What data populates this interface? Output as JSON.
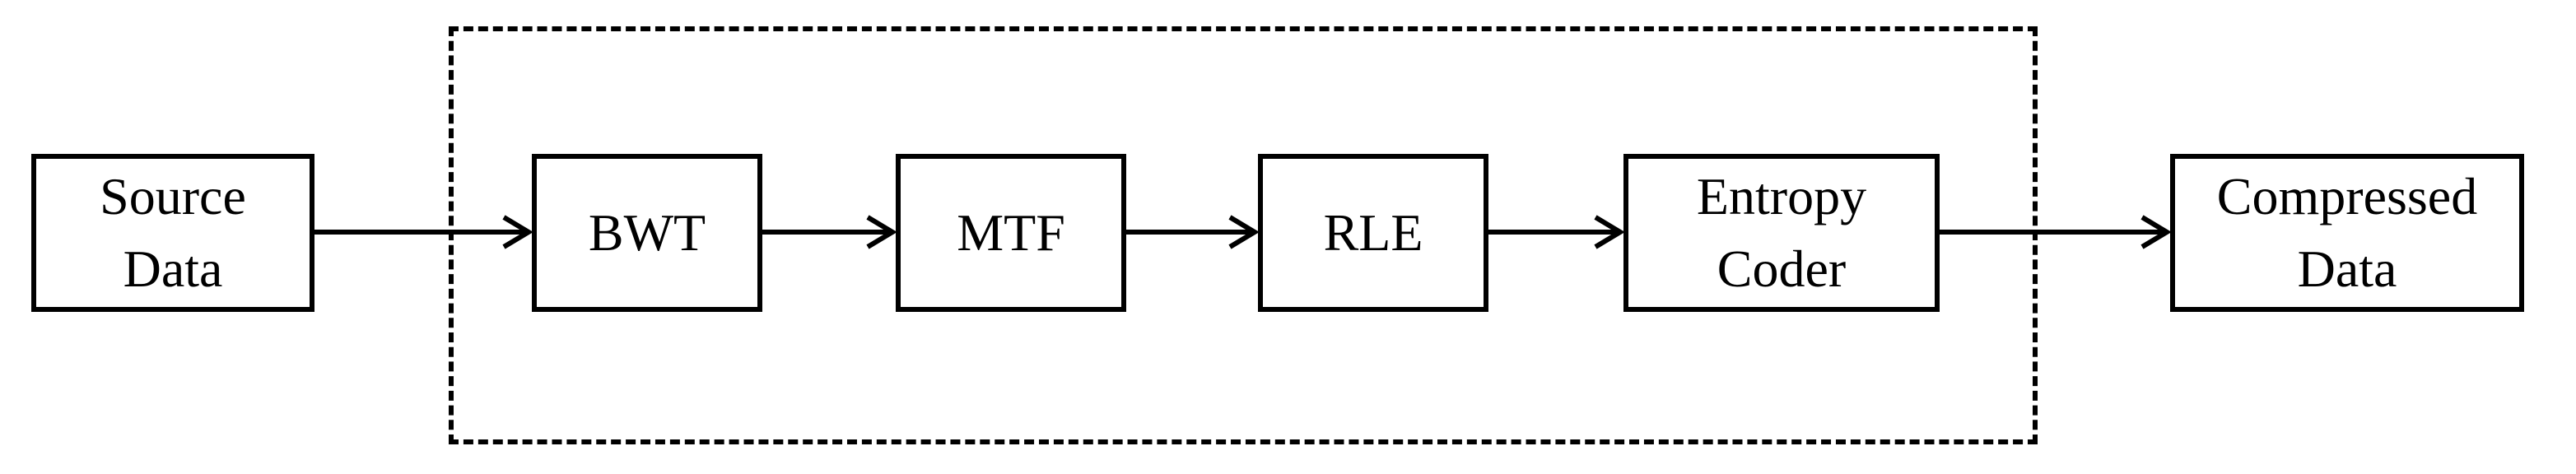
{
  "nodes": [
    {
      "id": "source",
      "lines": [
        "Source",
        "Data"
      ]
    },
    {
      "id": "bwt",
      "lines": [
        "BWT"
      ]
    },
    {
      "id": "mtf",
      "lines": [
        "MTF"
      ]
    },
    {
      "id": "rle",
      "lines": [
        "RLE"
      ]
    },
    {
      "id": "entropy",
      "lines": [
        "Entropy",
        "Coder"
      ]
    },
    {
      "id": "compressed",
      "lines": [
        "Compressed",
        "Data"
      ]
    }
  ],
  "edges": [
    {
      "from": "source",
      "to": "bwt"
    },
    {
      "from": "bwt",
      "to": "mtf"
    },
    {
      "from": "mtf",
      "to": "rle"
    },
    {
      "from": "rle",
      "to": "entropy"
    },
    {
      "from": "entropy",
      "to": "compressed"
    }
  ],
  "colors": {
    "stroke": "#000000",
    "background": "#ffffff"
  }
}
